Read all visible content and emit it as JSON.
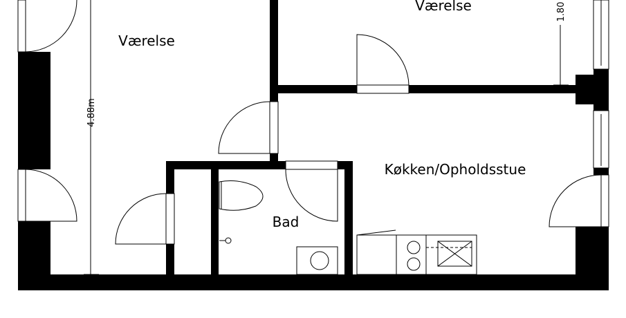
{
  "floorplan": {
    "rooms": {
      "room_left": "Værelse",
      "room_top": "Værelse",
      "bathroom": "Bad",
      "kitchen_living": "Køkken/Opholdsstue"
    },
    "dimensions": {
      "left_room_length": "4.88m",
      "top_room_length": "1.80"
    },
    "colors": {
      "wall": "#000000",
      "background": "#ffffff"
    }
  }
}
